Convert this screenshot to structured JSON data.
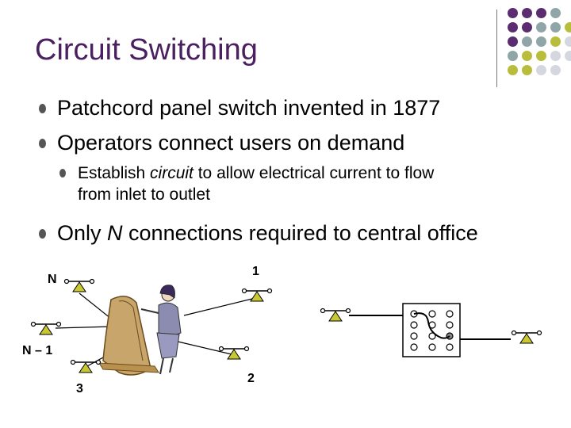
{
  "slide": {
    "title": "Circuit Switching",
    "bullets": [
      "Patchcord panel switch invented in 1877",
      "Operators connect users on demand"
    ],
    "sub_bullet": {
      "before": "Establish ",
      "emphasis": "circuit",
      "after": " to allow electrical current to flow",
      "line2": "from inlet to outlet"
    },
    "bullet3": {
      "before": "Only ",
      "emphasis": "N",
      "after": " connections required to central office"
    }
  },
  "diagram": {
    "labels": {
      "n": "N",
      "one": "1",
      "n_minus_1": "N – 1",
      "three": "3",
      "two": "2"
    }
  },
  "colors": {
    "title": "#4a2060",
    "purple": "#5b2c6f",
    "teal_gray": "#8fa5a8",
    "olive": "#b8bd3c",
    "light_gray": "#d5d7e0",
    "phone_yellow": "#c9c832"
  }
}
